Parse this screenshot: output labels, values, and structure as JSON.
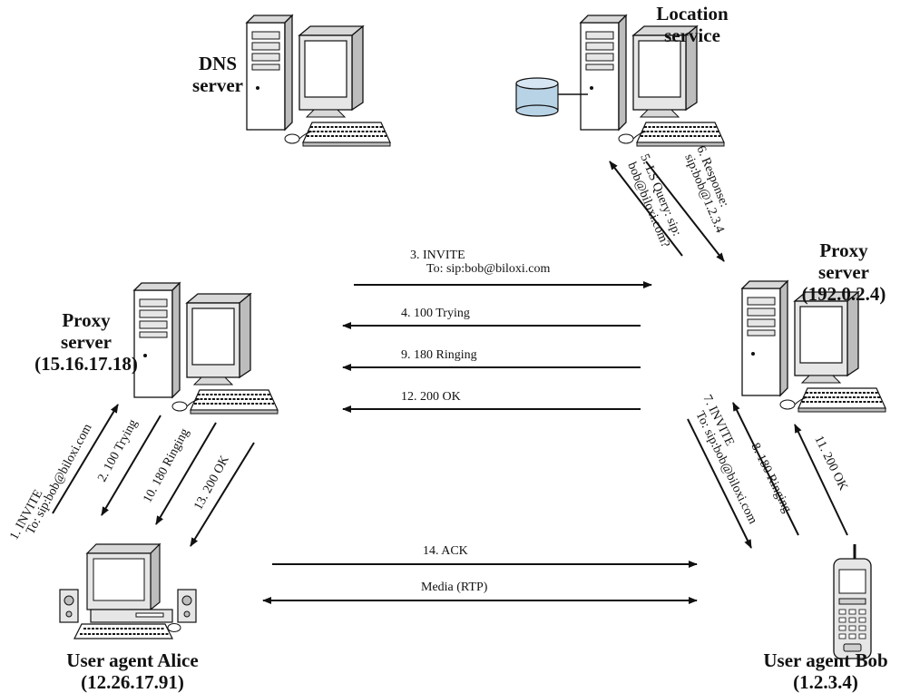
{
  "nodes": {
    "dns": {
      "name_line1": "DNS",
      "name_line2": "server",
      "icon": "desktop-computer"
    },
    "location": {
      "name_line1": "Location",
      "name_line2": "service",
      "icon": "desktop-computer-with-database"
    },
    "proxy_left": {
      "name_line1": "Proxy",
      "name_line2": "server",
      "address": "(15.16.17.18)",
      "icon": "desktop-computer"
    },
    "proxy_right": {
      "name_line1": "Proxy",
      "name_line2": "server",
      "address": "(192.0.2.4)",
      "icon": "desktop-computer"
    },
    "alice": {
      "name": "User agent Alice",
      "address": "(12.26.17.91)",
      "icon": "multimedia-computer"
    },
    "bob": {
      "name": "User agent Bob",
      "address": "(1.2.3.4)",
      "icon": "mobile-phone"
    }
  },
  "messages": {
    "m1": {
      "line1": "1. INVITE",
      "line2": "To: sip:bob@biloxi.com"
    },
    "m2": {
      "text": "2. 100 Trying"
    },
    "m3": {
      "line1": "3. INVITE",
      "line2": "To: sip:bob@biloxi.com"
    },
    "m4": {
      "text": "4. 100 Trying"
    },
    "m5": {
      "line1": "5. LS Query: sip:",
      "line2": "bob@biloxi.com?"
    },
    "m6": {
      "line1": "6. Response:",
      "line2": "sip:bob@1.2.3.4"
    },
    "m7": {
      "line1": "7. INVITE",
      "line2": "To: sip:bob@biloxi.com"
    },
    "m8": {
      "text": "8. 180 Ringing"
    },
    "m9": {
      "text": "9. 180 Ringing"
    },
    "m10": {
      "text": "10. 180 Ringing"
    },
    "m11": {
      "text": "11. 200 OK"
    },
    "m12": {
      "text": "12. 200 OK"
    },
    "m13": {
      "text": "13. 200 OK"
    },
    "m14": {
      "text": "14. ACK"
    },
    "media": {
      "text": "Media (RTP)"
    }
  }
}
